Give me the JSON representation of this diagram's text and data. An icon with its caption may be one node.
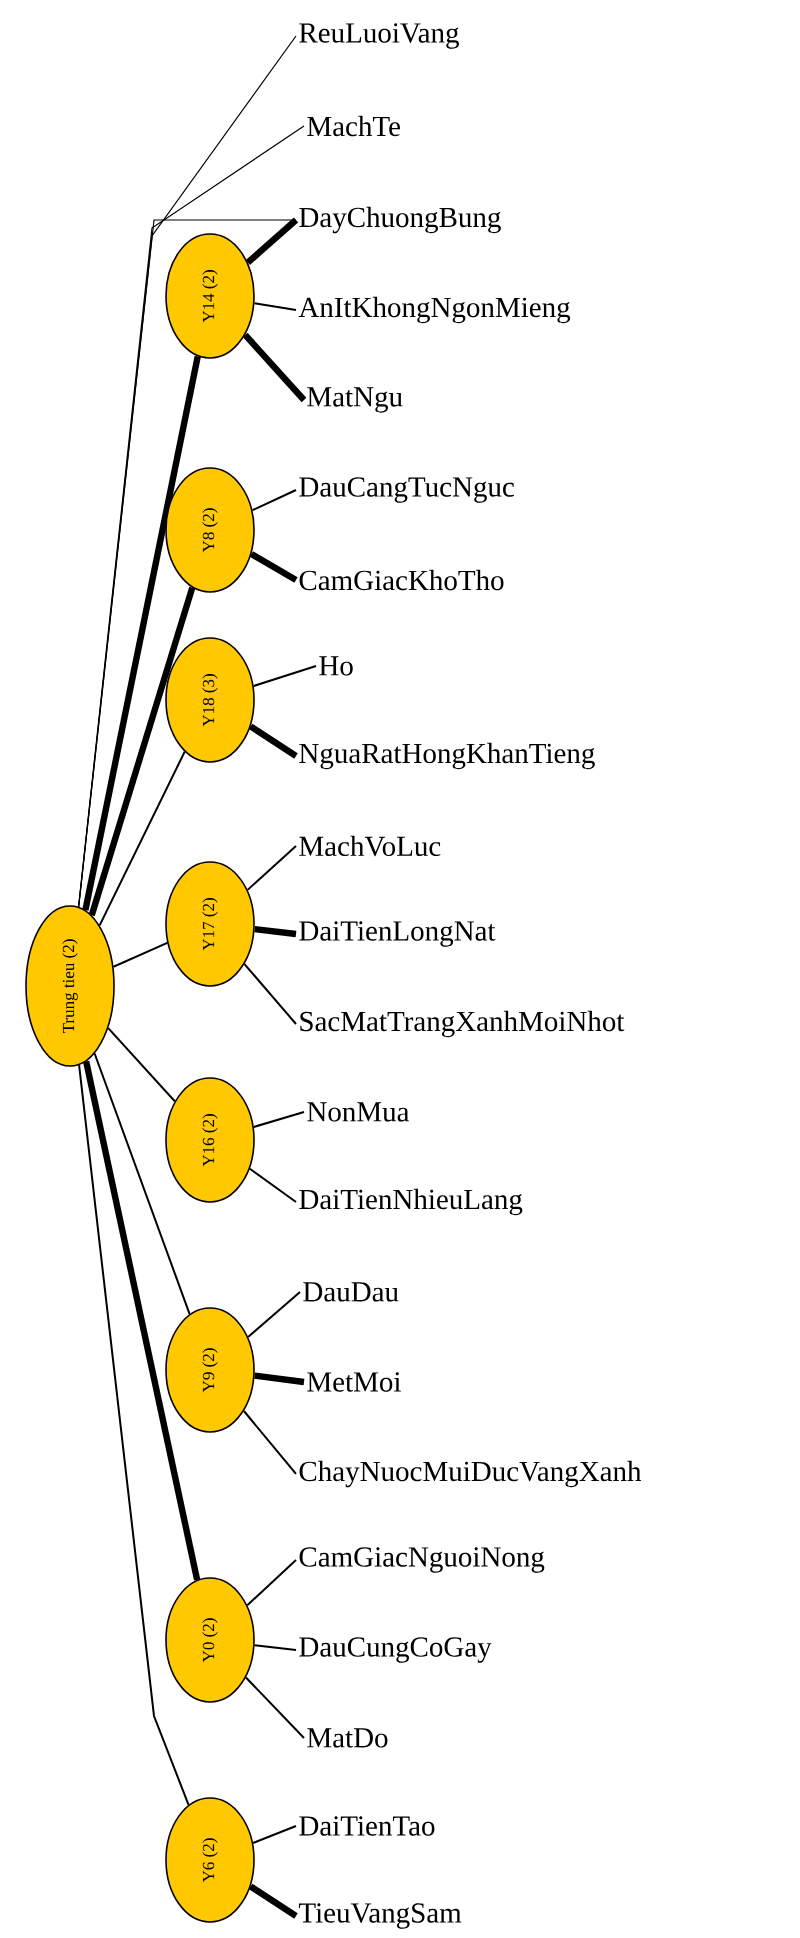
{
  "diagram": {
    "nodes": [
      {
        "text": [
          "Trung tieu (2)"
        ]
      },
      {
        "text": [
          "ReuLuoiVang"
        ]
      },
      {
        "text": [
          "MachTe"
        ]
      },
      {
        "text": [
          "Y14 (2)"
        ]
      },
      {
        "text": [
          "DayChuongBung"
        ]
      },
      {
        "text": [
          "AnItKhongNgonMieng"
        ]
      },
      {
        "text": [
          "MatNgu"
        ]
      },
      {
        "text": [
          "Y8 (2)"
        ]
      },
      {
        "text": [
          "DauCangTucNguc"
        ]
      },
      {
        "text": [
          "CamGiacKhoTho"
        ]
      },
      {
        "text": [
          "Y18 (3)"
        ]
      },
      {
        "text": [
          "Ho"
        ]
      },
      {
        "text": [
          "NguaRatHongKhanTieng"
        ]
      },
      {
        "text": [
          "Y17 (2)"
        ]
      },
      {
        "text": [
          "MachVoLuc"
        ]
      },
      {
        "text": [
          "DaiTienLongNat"
        ]
      },
      {
        "text": [
          "SacMatTrangXanhMoiNhot"
        ]
      },
      {
        "text": [
          "Y16 (2)"
        ]
      },
      {
        "text": [
          "NonMua"
        ]
      },
      {
        "text": [
          "DaiTienNhieuLang"
        ]
      },
      {
        "text": [
          "Y9 (2)"
        ]
      },
      {
        "text": [
          "DauDau"
        ]
      },
      {
        "text": [
          "MetMoi"
        ]
      },
      {
        "text": [
          "ChayNuocMuiDucVangXanh"
        ]
      },
      {
        "text": [
          "Y0 (2)"
        ]
      },
      {
        "text": [
          "CamGiacNguoiNong"
        ]
      },
      {
        "text": [
          "DauCungCoGay"
        ]
      },
      {
        "text": [
          "MatDo"
        ]
      },
      {
        "text": [
          "Y6 (2)"
        ]
      },
      {
        "text": [
          "DaiTienTao"
        ]
      },
      {
        "text": [
          "TieuVangSam"
        ]
      }
    ],
    "edges": [
      {
        "from": 0,
        "to": 1,
        "arrow": "none"
      },
      {
        "from": 0,
        "to": 2,
        "arrow": "none"
      },
      {
        "from": 0,
        "to": 4,
        "arrow": "none"
      },
      {
        "from": 0,
        "to": 3,
        "arrow": "none",
        "style": "thick"
      },
      {
        "from": 0,
        "to": 7,
        "arrow": "none",
        "style": "thick"
      },
      {
        "from": 0,
        "to": 10,
        "arrow": "none"
      },
      {
        "from": 0,
        "to": 13,
        "arrow": "none"
      },
      {
        "from": 0,
        "to": 17,
        "arrow": "none"
      },
      {
        "from": 0,
        "to": 20,
        "arrow": "none"
      },
      {
        "from": 0,
        "to": 24,
        "arrow": "none",
        "style": "thick"
      },
      {
        "from": 0,
        "to": 28,
        "arrow": "none"
      },
      {
        "from": 3,
        "to": 4,
        "arrow": "none",
        "style": "thick"
      },
      {
        "from": 3,
        "to": 5,
        "arrow": "none"
      },
      {
        "from": 3,
        "to": 6,
        "arrow": "none",
        "style": "thick"
      },
      {
        "from": 7,
        "to": 8,
        "arrow": "none"
      },
      {
        "from": 7,
        "to": 9,
        "arrow": "none",
        "style": "thick"
      },
      {
        "from": 10,
        "to": 11,
        "arrow": "none"
      },
      {
        "from": 10,
        "to": 12,
        "arrow": "none",
        "style": "thick"
      },
      {
        "from": 13,
        "to": 14,
        "arrow": "none"
      },
      {
        "from": 13,
        "to": 15,
        "arrow": "none",
        "style": "thick"
      },
      {
        "from": 13,
        "to": 16,
        "arrow": "none"
      },
      {
        "from": 17,
        "to": 18,
        "arrow": "none"
      },
      {
        "from": 17,
        "to": 19,
        "arrow": "none"
      },
      {
        "from": 20,
        "to": 21,
        "arrow": "none"
      },
      {
        "from": 20,
        "to": 22,
        "arrow": "none",
        "style": "thick"
      },
      {
        "from": 20,
        "to": 23,
        "arrow": "none"
      },
      {
        "from": 24,
        "to": 25,
        "arrow": "none"
      },
      {
        "from": 24,
        "to": 26,
        "arrow": "none"
      },
      {
        "from": 24,
        "to": 27,
        "arrow": "none"
      },
      {
        "from": 28,
        "to": 29,
        "arrow": "none"
      },
      {
        "from": 28,
        "to": 30,
        "arrow": "none",
        "style": "thick"
      }
    ]
  }
}
